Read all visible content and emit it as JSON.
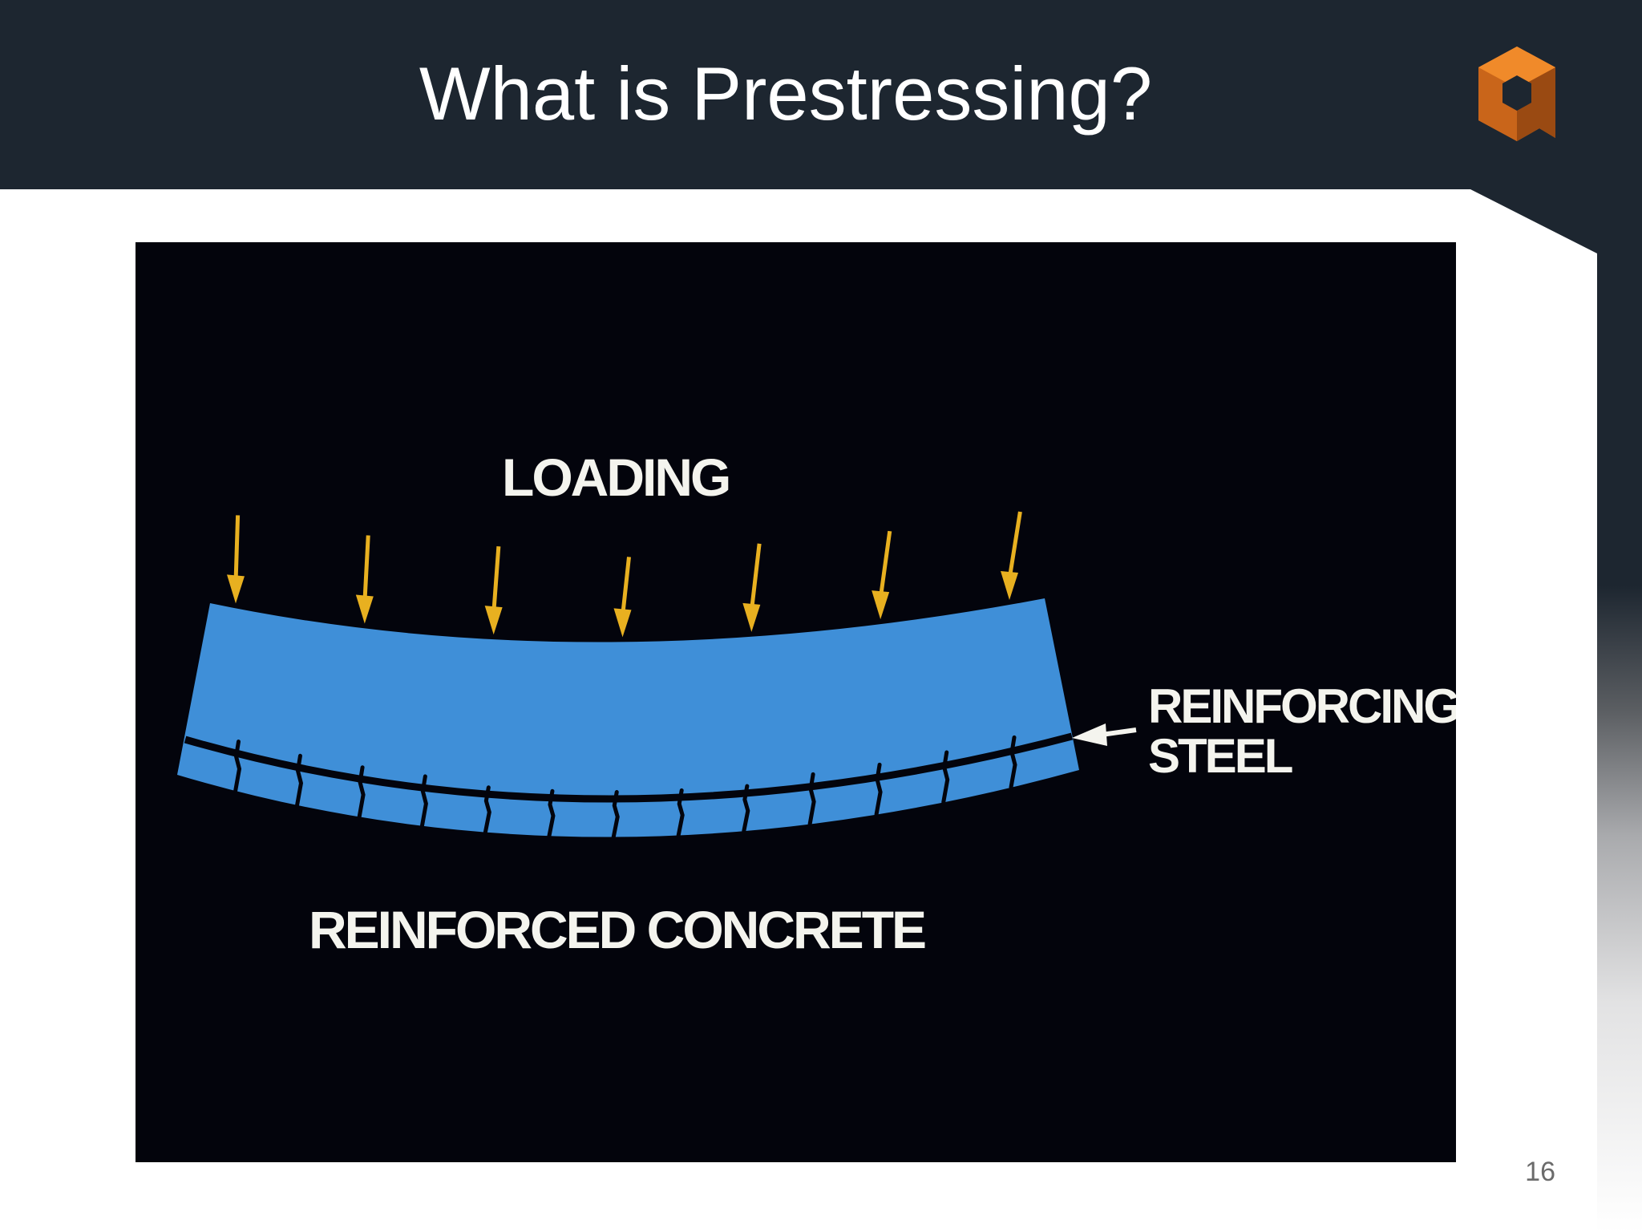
{
  "slide": {
    "title": "What is Prestressing?",
    "page_number": "16"
  },
  "figure": {
    "labels": {
      "loading": "LOADING",
      "reinforcing_steel_line1": "REINFORCING",
      "reinforcing_steel_line2": "STEEL",
      "reinforced_concrete": "REINFORCED CONCRETE"
    },
    "load_arrow_count": 7,
    "crack_count": 13
  },
  "colors": {
    "header_background": "#1d2630",
    "figure_background": "#03040c",
    "beam_blue": "#3f8fd8",
    "arrow_yellow": "#e8b020",
    "logo_orange": "#e87a1e",
    "logo_dark_orange": "#9a4a12",
    "label_white": "#f4f4ee"
  },
  "icons": {
    "logo": "hexagon-cube-logo-icon",
    "load_arrow": "arrow-down-icon",
    "steel_pointer": "arrow-left-icon"
  }
}
